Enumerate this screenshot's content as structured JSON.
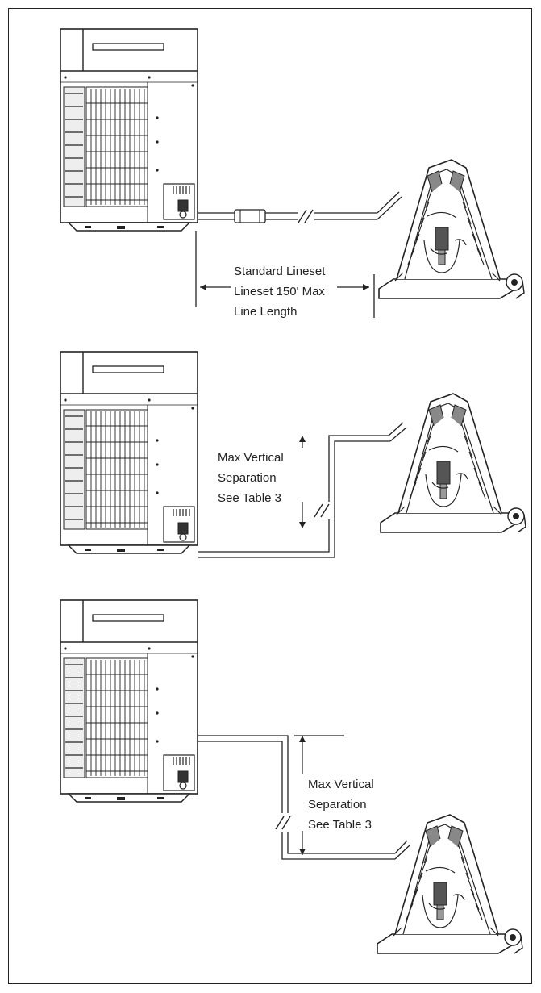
{
  "panel1": {
    "label_line1": "Standard Lineset",
    "label_line2": "Lineset 150' Max",
    "label_line3": "Line Length"
  },
  "panel2": {
    "label_line1": "Max Vertical",
    "label_line2": "Separation",
    "label_line3": "See Table 3"
  },
  "panel3": {
    "label_line1": "Max Vertical",
    "label_line2": "Separation",
    "label_line3": "See Table 3"
  }
}
